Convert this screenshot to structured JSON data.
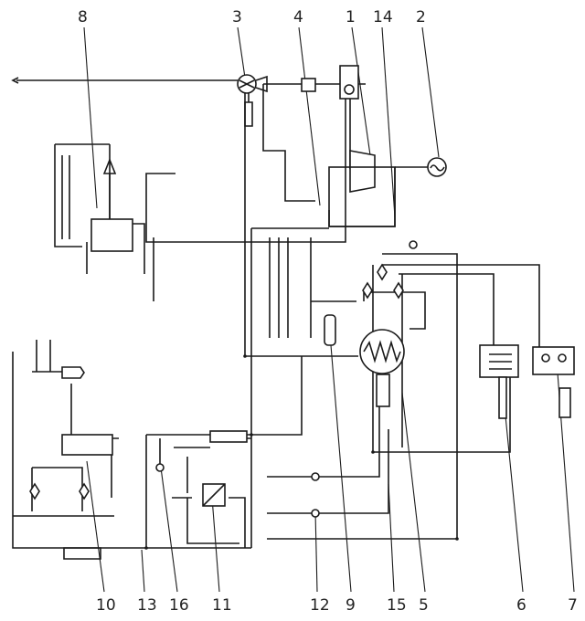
{
  "callouts": {
    "top": [
      "8",
      "3",
      "4",
      "1",
      "14",
      "2"
    ],
    "bottom": [
      "10",
      "13",
      "16",
      "11",
      "12",
      "9",
      "15",
      "5",
      "6",
      "7"
    ]
  }
}
